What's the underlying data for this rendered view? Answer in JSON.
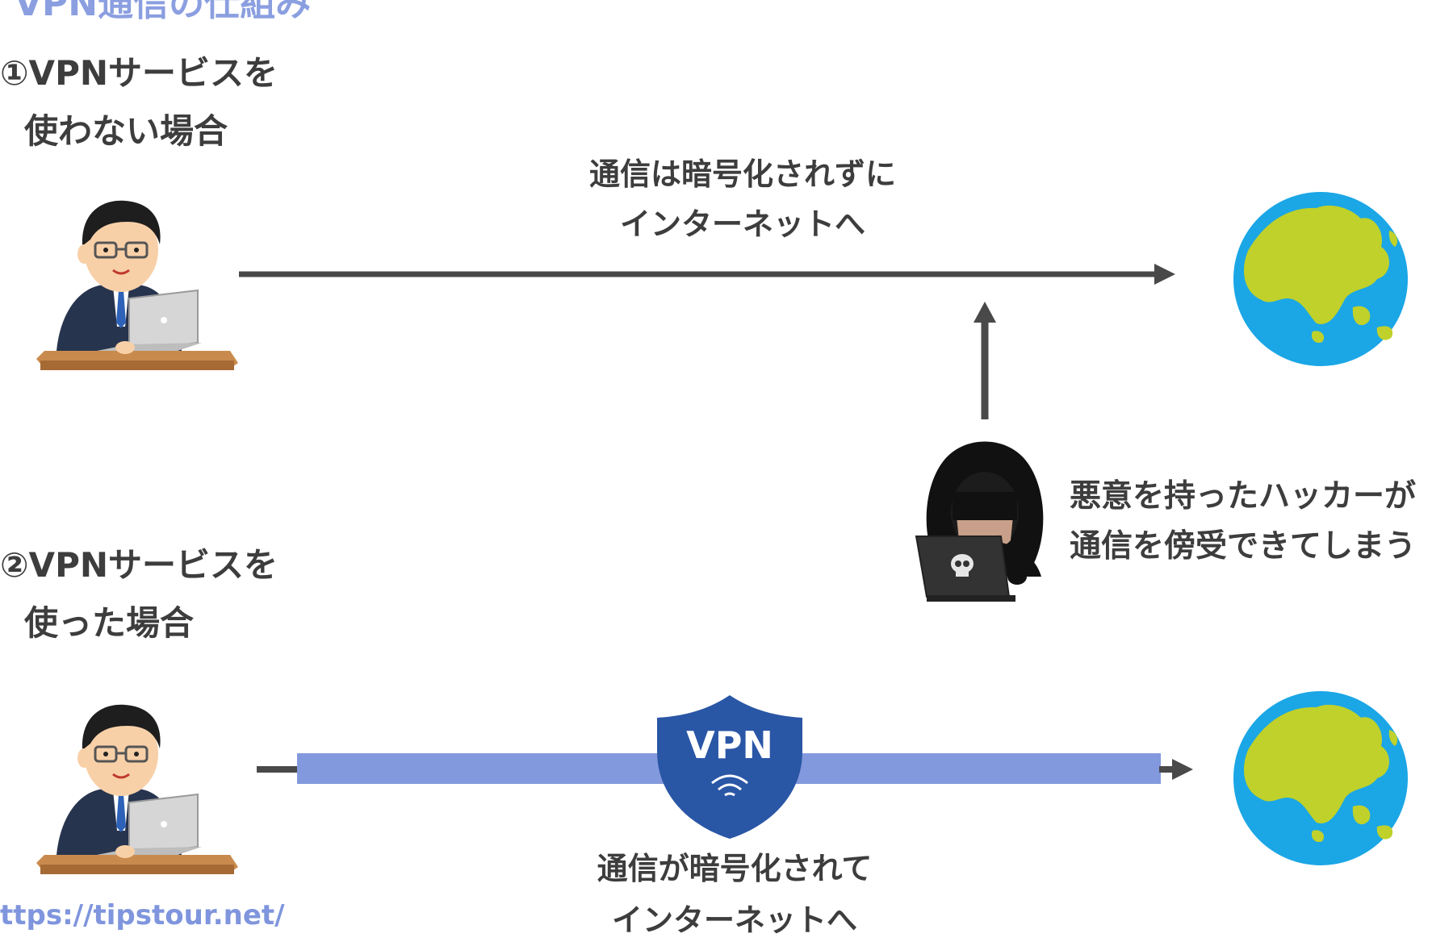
{
  "heading": "VPN通信の仕組み",
  "sections": [
    {
      "title_line1": "①VPNサービスを",
      "title_line2": "使わない場合",
      "caption_line1": "通信は暗号化されずに",
      "caption_line2": "インターネットへ"
    },
    {
      "title_line1": "②VPNサービスを",
      "title_line2": "使った場合",
      "caption_line1": "通信が暗号化されて",
      "caption_line2": "インターネットへ"
    }
  ],
  "hacker": {
    "line1": "悪意を持ったハッカーが",
    "line2": "通信を傍受できてしまう"
  },
  "vpn_badge": "VPN",
  "source_url": "ttps://tipstour.net/",
  "colors": {
    "arrow": "#494949",
    "tunnel": "#8399dd",
    "shield": "#2a56a6",
    "ocean": "#1ba6e6",
    "land": "#bfd12a",
    "heading": "#8b9fe0"
  },
  "icons": [
    "user-laptop-icon",
    "globe-icon",
    "hacker-icon",
    "vpn-shield-icon",
    "wifi-icon",
    "skull-icon"
  ]
}
